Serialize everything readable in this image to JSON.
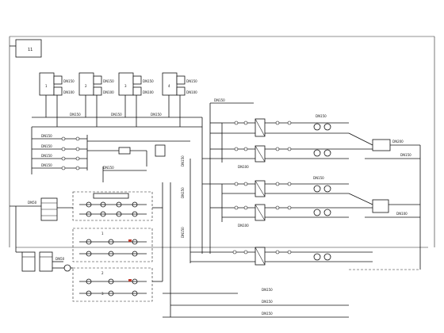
{
  "tank_label": "11",
  "chiller_labels": [
    "1",
    "2",
    "3",
    "4"
  ],
  "chiller_pipe_labels": [
    "DN150",
    "DN100"
  ],
  "header_labels": {
    "supply_left": "DN150",
    "supply_mid": "DN150",
    "return": "DN150",
    "main_riser_1": "DN150",
    "main_riser_2": "DN150",
    "main_riser_3": "DN150",
    "expansion": "DN150"
  },
  "manifold_pipe_labels": [
    "DN150",
    "DN150",
    "DN150",
    "DN150",
    "DN150"
  ],
  "zone_labels": [
    "DN150",
    "DN100",
    "DN150",
    "DN100"
  ],
  "bottom_pipe_labels": [
    "DN150",
    "DN150",
    "DN150"
  ],
  "pump_group_labels": [
    "1",
    "2",
    "3"
  ],
  "left_riser_labels": [
    "DN50",
    "DN50"
  ],
  "right_end_labels": [
    "DN200",
    "DN150",
    "DN100"
  ]
}
